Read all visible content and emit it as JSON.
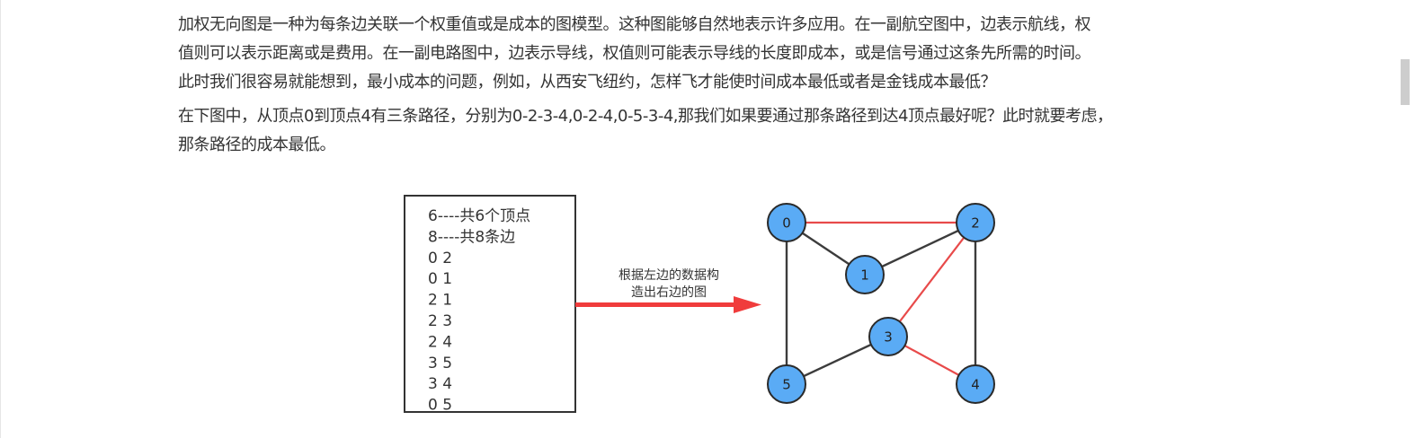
{
  "article": {
    "paragraph1": [
      "加权无向图是一种为每条边关联一个权重值或是成本的图模型。这种图能够自然地表示许多应用。在一副航空图中，边表示航线，权",
      "值则可以表示距离或是费用。在一副电路图中，边表示导线，权值则可能表示导线的长度即成本，或是信号通过这条先所需的时间。",
      "此时我们很容易就能想到，最小成本的问题，例如，从西安飞纽约，怎样飞才能使时间成本最低或者是金钱成本最低？"
    ],
    "paragraph2": [
      "在下图中，从顶点0到顶点4有三条路径，分别为0-2-3-4,0-2-4,0-5-3-4,那我们如果要通过那条路径到达4顶点最好呢？此时就要考虑，",
      "那条路径的成本最低。"
    ]
  },
  "figure": {
    "input_lines": [
      "6----共6个顶点",
      "8----共8条边",
      "0 2",
      "0 1",
      "2 1",
      "2 3",
      "2 4",
      "3 5",
      "3 4",
      "0 5"
    ],
    "arrow_caption": [
      "根据左边的数据构",
      "造出右边的图"
    ],
    "nodes": [
      {
        "id": "0",
        "label": "0"
      },
      {
        "id": "1",
        "label": "1"
      },
      {
        "id": "2",
        "label": "2"
      },
      {
        "id": "3",
        "label": "3"
      },
      {
        "id": "4",
        "label": "4"
      },
      {
        "id": "5",
        "label": "5"
      }
    ],
    "edges": [
      {
        "from": "0",
        "to": "2",
        "highlight": true
      },
      {
        "from": "0",
        "to": "1",
        "highlight": false
      },
      {
        "from": "1",
        "to": "2",
        "highlight": false
      },
      {
        "from": "2",
        "to": "3",
        "highlight": true
      },
      {
        "from": "2",
        "to": "4",
        "highlight": false
      },
      {
        "from": "3",
        "to": "5",
        "highlight": false
      },
      {
        "from": "3",
        "to": "4",
        "highlight": true
      },
      {
        "from": "0",
        "to": "5",
        "highlight": false
      }
    ],
    "colors": {
      "node_fill": "#5aabf5",
      "node_stroke": "#2a2a2a",
      "edge_normal": "#3c3c3c",
      "edge_highlight": "#e84a4a",
      "arrow": "#f03c3c",
      "box_stroke": "#333333"
    }
  }
}
